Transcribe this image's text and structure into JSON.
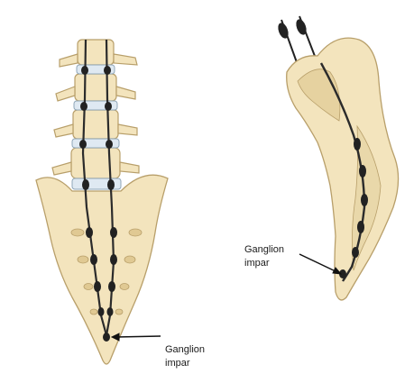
{
  "labels": {
    "left_view": {
      "line1": "Ganglion",
      "line2": "impar"
    },
    "right_view": {
      "line1": "Ganglion",
      "line2": "impar"
    }
  },
  "colors": {
    "bone_fill": "#f3e4bd",
    "bone_shade": "#e6d2a0",
    "bone_outline": "#b89f6a",
    "disc": "#dfe9f2",
    "nerve_chain": "#2b2b2b",
    "arrow": "#111111"
  }
}
